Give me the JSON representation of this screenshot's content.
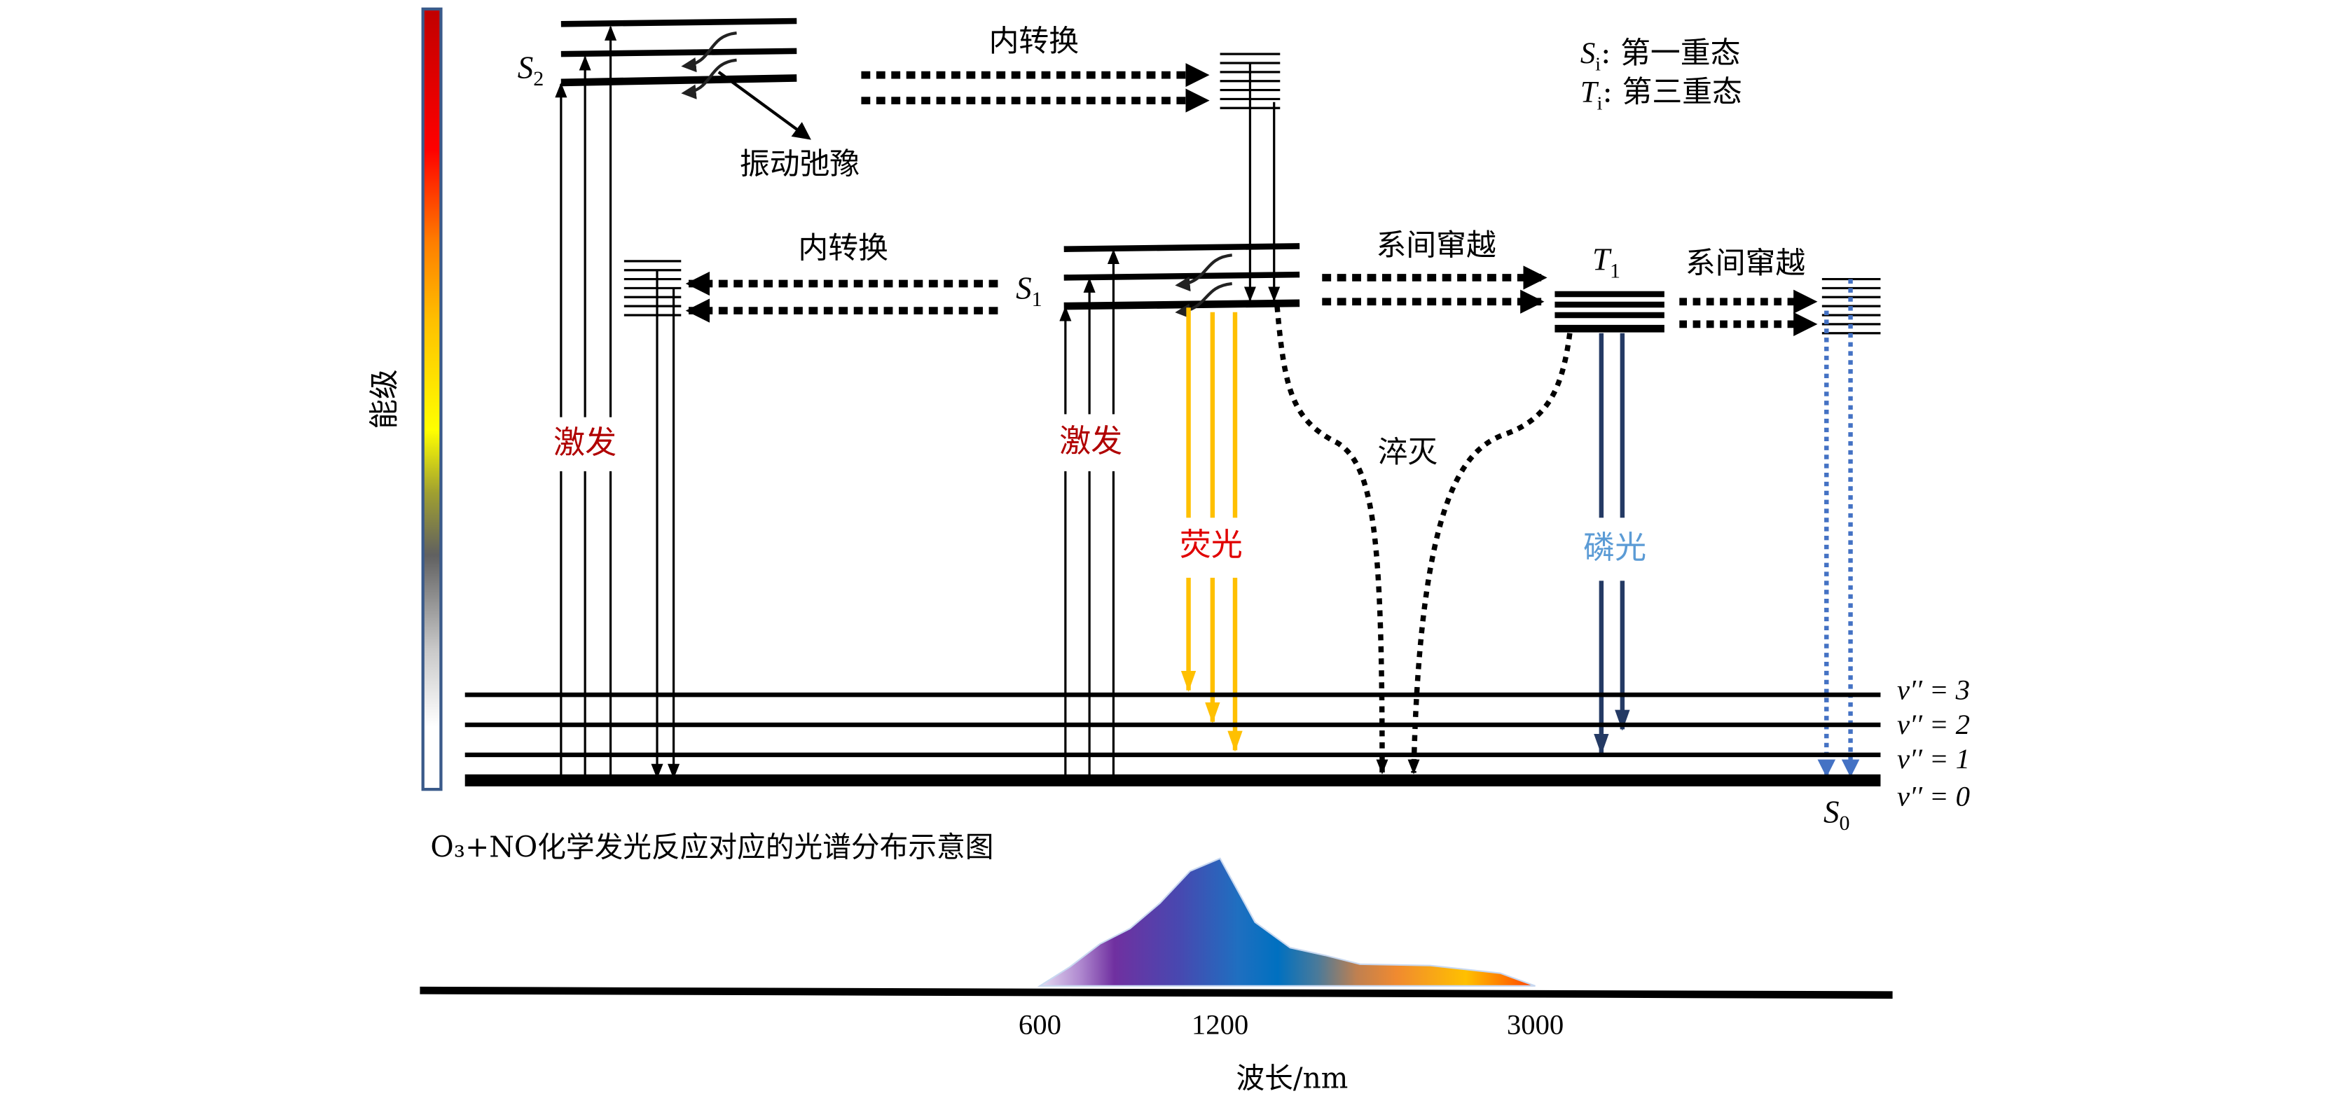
{
  "axis": {
    "energy_label": "能级",
    "gradient_colors": [
      "#c00000",
      "#ff0000",
      "#ff7f00",
      "#ffc000",
      "#ffff00",
      "#a0a030",
      "#606060",
      "#c8c8c8",
      "#ffffff"
    ],
    "border_color": "#3a5a8a"
  },
  "legend": {
    "s_symbol": "S",
    "s_sub": "i",
    "s_text": ": 第一重态",
    "t_symbol": "T",
    "t_sub": "i",
    "t_text": ": 第三重态"
  },
  "states": {
    "s2": {
      "symbol": "S",
      "sub": "2"
    },
    "s1": {
      "symbol": "S",
      "sub": "1"
    },
    "t1": {
      "symbol": "T",
      "sub": "1"
    },
    "s0": {
      "symbol": "S",
      "sub": "0"
    }
  },
  "processes": {
    "internal_conversion_top": "内转换",
    "internal_conversion_mid": "内转换",
    "intersystem_crossing_1": "系间窜越",
    "intersystem_crossing_2": "系间窜越",
    "vibrational_relaxation": "振动弛豫",
    "excitation_1": "激发",
    "excitation_2": "激发",
    "fluorescence": "荧光",
    "quenching": "淬灭",
    "phosphorescence": "磷光"
  },
  "ground_levels": [
    {
      "label": "v′′ = 3"
    },
    {
      "label": "v′′ = 2"
    },
    {
      "label": "v′′ = 1"
    },
    {
      "label": "v′′ = 0"
    }
  ],
  "colors": {
    "excitation_label": "#b00000",
    "fluorescence_arrow": "#ffc000",
    "fluorescence_label": "#e00000",
    "phosphorescence_arrow": "#243a64",
    "phosphorescence_label": "#5b9bd5",
    "ics_dotted_arrow": "#4472c4"
  },
  "spectrum": {
    "title": "O₃+NO化学发光反应对应的光谱分布示意图",
    "xlabel": "波长/nm",
    "ticks": [
      "600",
      "1200",
      "3000"
    ]
  },
  "chart_data": {
    "type": "area",
    "title": "O3+NO化学发光反应对应的光谱分布示意图",
    "xlabel": "波长/nm",
    "ylabel": "",
    "tick_labels": [
      "600",
      "1200",
      "3000"
    ],
    "x": [
      600,
      700,
      800,
      900,
      1000,
      1100,
      1200,
      1300,
      1400,
      1600,
      1800,
      2000,
      2400,
      2800,
      3000
    ],
    "values": [
      0.0,
      0.15,
      0.33,
      0.45,
      0.65,
      0.9,
      1.0,
      0.75,
      0.5,
      0.3,
      0.24,
      0.17,
      0.16,
      0.1,
      0.0
    ],
    "grid": false
  }
}
